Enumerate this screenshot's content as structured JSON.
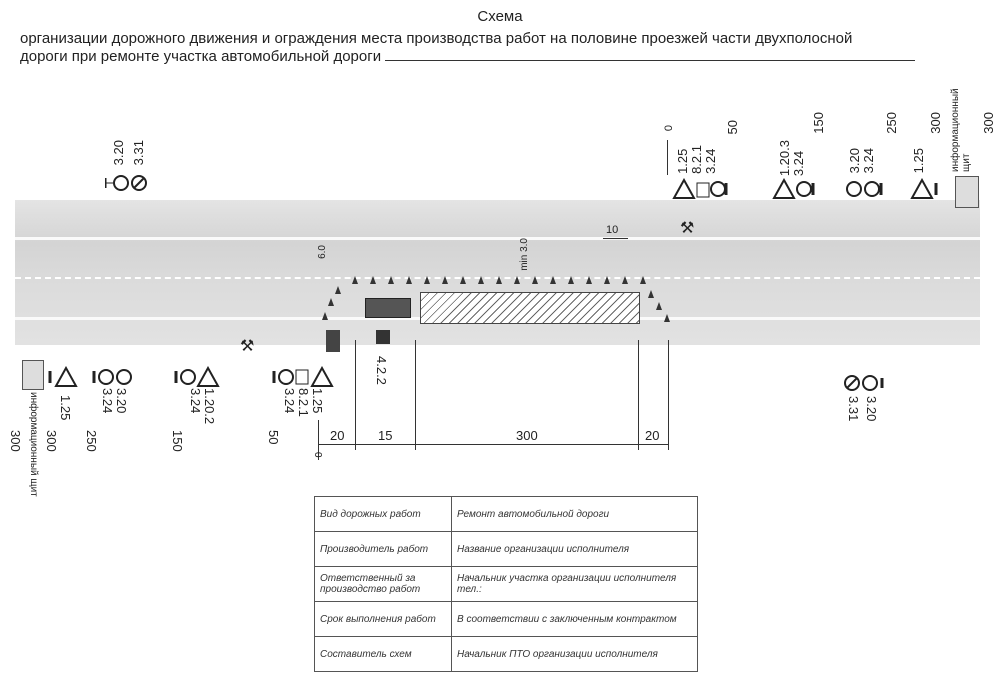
{
  "title": {
    "line1": "Схема",
    "line2": "организации дорожного движения и ограждения места производства работ на половине проезжей части двухполосной",
    "line3": "дороги при ремонте участка автомобильной дороги"
  },
  "top_left_signs": {
    "a": "3.20",
    "b": "3.31"
  },
  "top_right": [
    {
      "codes": "1.25\n8.2.1\n3.24",
      "dist": "50",
      "zero": "0"
    },
    {
      "codes": "1.20.3\n3.24",
      "dist": "150"
    },
    {
      "codes": "3.20\n3.24",
      "dist": "250"
    },
    {
      "codes": "1.25",
      "dist": "300"
    },
    {
      "codes": "информационный щит",
      "dist": "300"
    }
  ],
  "bottom_left": [
    {
      "codes": "информационный щит",
      "dist": "300"
    },
    {
      "codes": "1.25",
      "dist": "300"
    },
    {
      "codes": "3.20 3.24",
      "dist": "250"
    },
    {
      "codes": "1.20.2 3.24",
      "dist": "150"
    },
    {
      "codes": "1.25 8.2.1 3.24",
      "dist": "50"
    }
  ],
  "sign_422": "4.2.2",
  "bottom_right_signs": {
    "a": "3.31",
    "b": "3.20"
  },
  "road_labels": {
    "width6": "6.0",
    "min3": "min 3.0",
    "ten": "10"
  },
  "dimensions": {
    "zero": "0",
    "d1": "20",
    "d2": "15",
    "d3": "300",
    "d4": "20"
  },
  "table": [
    {
      "k": "Вид дорожных работ",
      "v": "Ремонт автомобильной дороги"
    },
    {
      "k": "Производитель работ",
      "v": "Название организации исполнителя"
    },
    {
      "k": "Ответственный за производство работ",
      "v": "Начальник участка организации исполнителя тел.:"
    },
    {
      "k": "Срок выполнения работ",
      "v": "В соответствии с заключенным контрактом"
    },
    {
      "k": "Составитель схем",
      "v": "Начальник ПТО организации исполнителя"
    }
  ]
}
